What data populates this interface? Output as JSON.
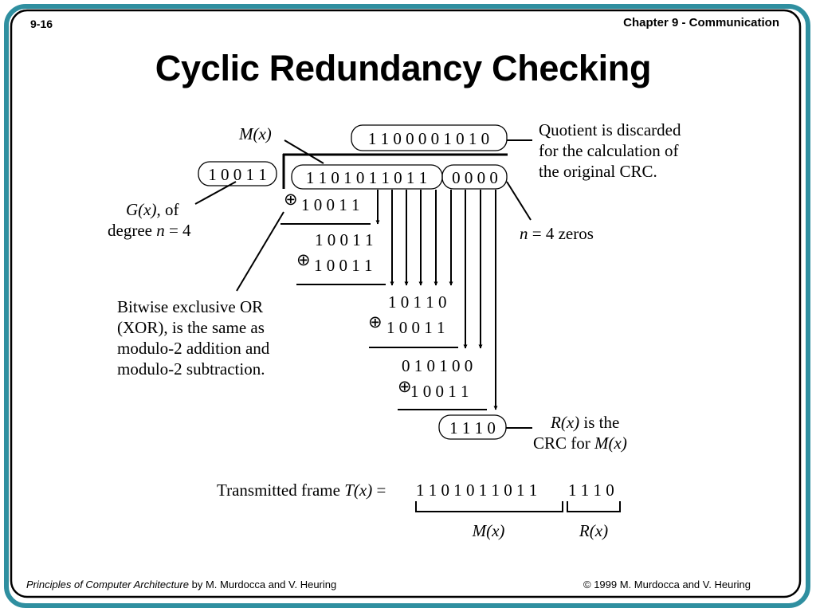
{
  "header": {
    "slide_number": "9-16",
    "chapter": "Chapter 9 - Communication",
    "title": "Cyclic Redundancy Checking"
  },
  "diagram": {
    "mx_label": "M(x)",
    "quotient": "1 1 0 0 0 0 1 0 1 0",
    "quotient_note": [
      "Quotient is discarded",
      "for the calculation of",
      "the original CRC."
    ],
    "divisor": "1 0 0 1 1",
    "dividend_message": "1 1 0 1 0 1 1 0 1 1",
    "dividend_zeros": "0 0 0 0",
    "gx_note": {
      "gx": "G(x)",
      "of": ", of",
      "degree_prefix": "degree ",
      "n": "n",
      "degree_suffix": " = 4"
    },
    "zeros_note": {
      "n": "n",
      "rest": " = 4 zeros"
    },
    "xor_symbol": "⊕",
    "steps": [
      {
        "xor": "1 0 0 1 1"
      },
      {
        "partial": "1 0 0 1 1",
        "xor": "1 0 0 1 1"
      },
      {
        "partial": "1 0 1 1 0",
        "xor": "1 0 0 1 1"
      },
      {
        "partial": "0 1 0 1 0 0",
        "xor": "1 0 0 1 1"
      }
    ],
    "remainder": "1 1 1 0",
    "xor_note": [
      "Bitwise exclusive OR",
      "(XOR), is the same as",
      "modulo-2 addition and",
      "modulo-2 subtraction."
    ],
    "rx_note": {
      "rx": "R(x)",
      "line1_rest": " is the",
      "line2_prefix": "CRC for ",
      "mx": "M(x)"
    },
    "transmitted": {
      "prefix": "Transmitted frame ",
      "tx": "T(x)",
      "equals": " = ",
      "message_bits": "1 1 0 1 0 1 1 0 1 1",
      "crc_bits": "1 1 1 0",
      "brace_mx": "M(x)",
      "brace_rx": "R(x)"
    }
  },
  "footer": {
    "book_title": "Principles of Computer Architecture",
    "byline": " by M. Murdocca and V. Heuring",
    "copyright": "© 1999 M. Murdocca and V. Heuring"
  }
}
